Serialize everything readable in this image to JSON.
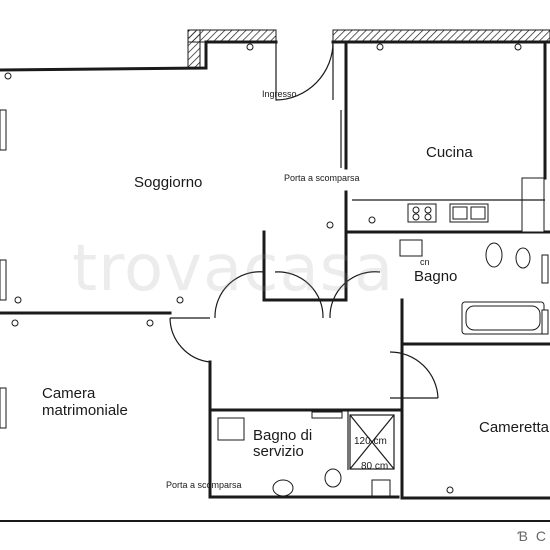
{
  "watermark": "trovacasa",
  "rooms": {
    "soggiorno": "Soggiorno",
    "cucina": "Cucina",
    "bagno": "Bagno",
    "camera_line1": "Camera",
    "camera_line2": "matrimoniale",
    "cameretta": "Cameretta",
    "bagno_servizio_line1": "Bagno di",
    "bagno_servizio_line2": "servizio"
  },
  "labels": {
    "ingresso": "Ingresso",
    "porta_scomparsa_top": "Porta a scomparsa",
    "porta_scomparsa_bottom": "Porta a scomparsa",
    "shower_width": "120 cm",
    "shower_depth": "80 cm",
    "cm_label": "cn",
    "page_mark": "Ɓ C"
  }
}
